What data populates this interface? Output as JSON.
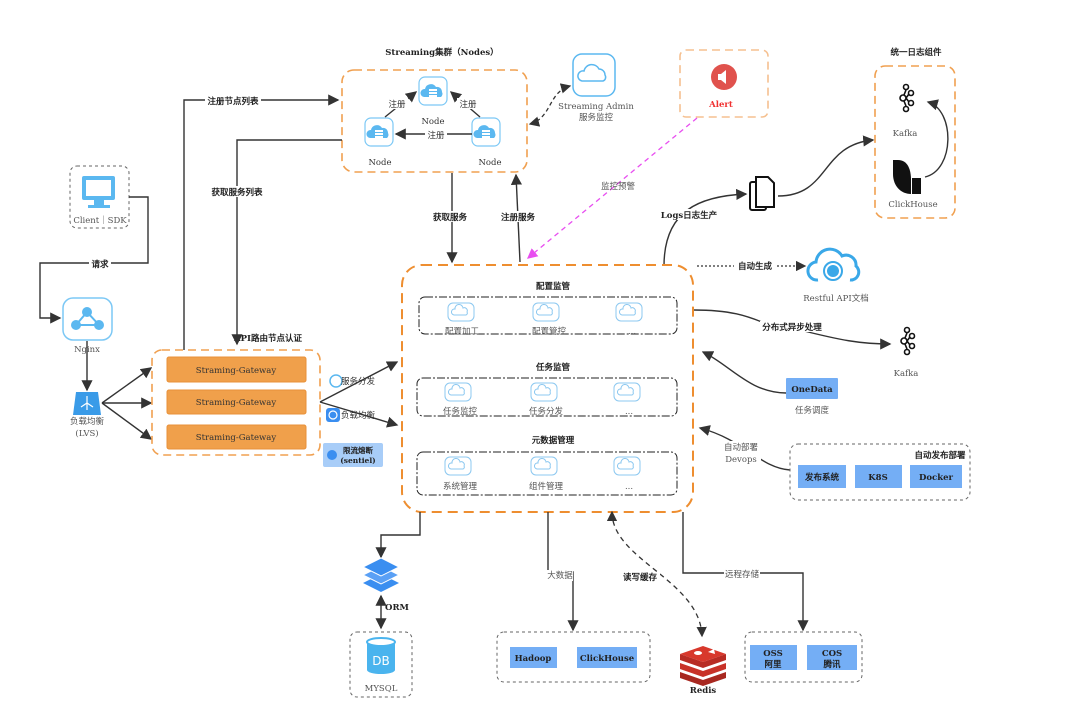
{
  "colors": {
    "accent_orange": "#ee8e30",
    "box_blue": "#74aef5",
    "icon_blue": "#5bb8f0",
    "alert_red": "#e0524d",
    "alert_line": "#e84ef0"
  },
  "cluster": {
    "title": "Streaming集群（Nodes）",
    "node_label": "Node",
    "register": "注册"
  },
  "admin": {
    "line1": "Streaming Admin",
    "line2": "服务监控"
  },
  "alert": {
    "label": "Alert",
    "monitor_label": "监控预警"
  },
  "logging": {
    "title": "统一日志组件",
    "kafka": "Kafka",
    "clickhouse": "ClickHouse",
    "logs_label": "Logs日志生产"
  },
  "client": {
    "label": "Client｜SDK",
    "request": "请求"
  },
  "nginx": {
    "label": "Nginx"
  },
  "lvs": {
    "line1": "负载均衡",
    "line2": "(LVS)"
  },
  "gateway": {
    "title": "API路由节点认证",
    "items": [
      "Straming-Gateway",
      "Straming-Gateway",
      "Straming-Gateway"
    ]
  },
  "edges": {
    "register_nodes": "注册节点列表",
    "fetch_services_list": "获取服务列表",
    "fetch_service": "获取服务",
    "register_service": "注册服务",
    "auto_gen": "自动生成",
    "async": "分布式异步处理",
    "devops1": "自动部署",
    "devops2": "Devops",
    "bigdata": "大数据",
    "cache": "读写缓存",
    "remote": "远程存储",
    "orm": "ORM"
  },
  "policies": {
    "dispatch": "服务分发",
    "balance": "负载均衡",
    "limit1": "限流熔断",
    "limit2": "(sentiel)"
  },
  "core": {
    "groups": [
      {
        "title": "配置监管",
        "items": [
          "配置加工",
          "配置管控",
          "..."
        ]
      },
      {
        "title": "任务监管",
        "items": [
          "任务监控",
          "任务分发",
          "..."
        ]
      },
      {
        "title": "元数据管理",
        "items": [
          "系统管理",
          "组件管理",
          "..."
        ]
      }
    ]
  },
  "restful": {
    "label": "Restful API文档"
  },
  "kafka2": {
    "label": "Kafka"
  },
  "onedata": {
    "label": "OneData",
    "sub": "任务调度"
  },
  "deploy": {
    "title": "自动发布部署",
    "items": [
      "发布系统",
      "K8S",
      "Docker"
    ]
  },
  "mysql": {
    "label": "MYSQL",
    "db": "DB"
  },
  "bigdata": {
    "items": [
      "Hadoop",
      "ClickHouse"
    ]
  },
  "redis": {
    "label": "Redis"
  },
  "storage": {
    "items": [
      [
        "OSS",
        "阿里"
      ],
      [
        "COS",
        "腾讯"
      ]
    ]
  }
}
